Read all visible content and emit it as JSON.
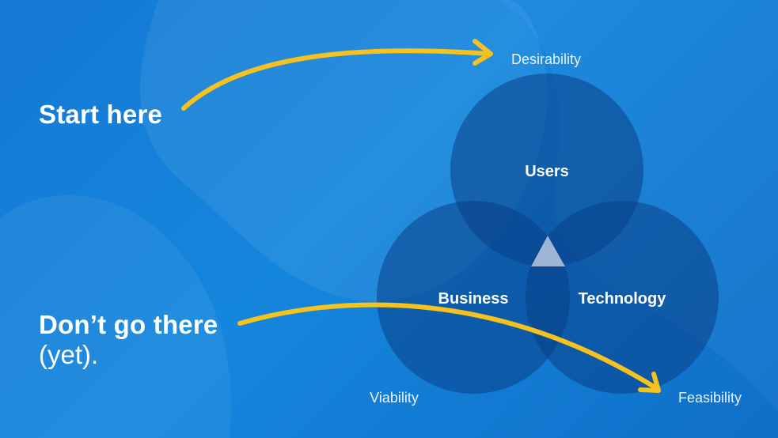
{
  "left_text": {
    "start_here": "Start here",
    "dont_go_there": "Don’t go there",
    "yet": "(yet)."
  },
  "circles": {
    "users": "Users",
    "business": "Business",
    "technology": "Technology"
  },
  "pillars": {
    "desirability": "Desirability",
    "viability": "Viability",
    "feasibility": "Feasibility"
  },
  "colors": {
    "background": "#1580d8",
    "circle_fill": "#0a3f86",
    "arrow": "#f7c21b",
    "center_triangle": "#9fb5d6",
    "text": "#ffffff"
  }
}
